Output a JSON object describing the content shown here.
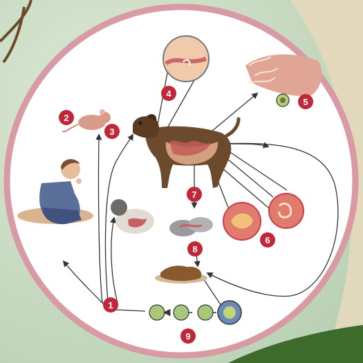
{
  "step_markers": [
    {
      "id": "1",
      "number": "1"
    },
    {
      "id": "2",
      "number": "2"
    },
    {
      "id": "3",
      "number": "3"
    },
    {
      "id": "4",
      "number": "4"
    },
    {
      "id": "5",
      "number": "5"
    },
    {
      "id": "6",
      "number": "6"
    },
    {
      "id": "7",
      "number": "7"
    },
    {
      "id": "8",
      "number": "8"
    },
    {
      "id": "9",
      "number": "9"
    }
  ],
  "colors": {
    "marker": "#c0283a",
    "circle_border": "#d99aa3",
    "circle_fill": "#ffffff",
    "background": "#c9dcc4",
    "arrow": "#333333"
  },
  "icons": [
    "egg-icon",
    "embryonated-egg-icon",
    "larva-icon",
    "cyst-icon",
    "magnifier-icon"
  ]
}
